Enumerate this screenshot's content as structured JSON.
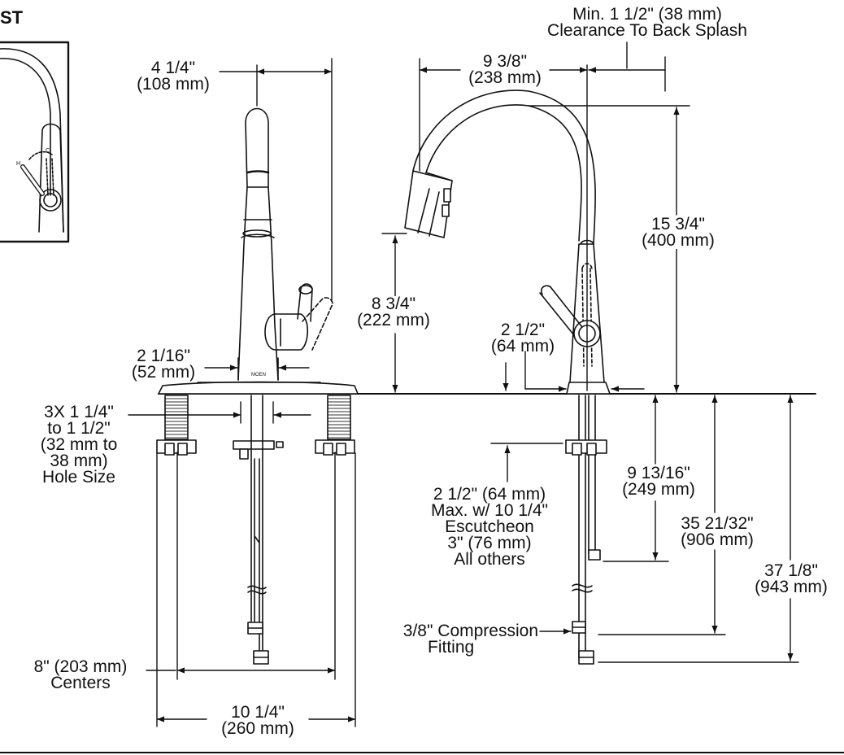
{
  "corner_text": "ST",
  "inset": {
    "hot_label": "H",
    "cold_label": "C"
  },
  "brand_mark": "MOEN",
  "dims": {
    "spout_reach_side": {
      "l1": "4 1/4\"",
      "l2": "(108 mm)"
    },
    "base_width": {
      "l1": "2 1/16\"",
      "l2": "(52 mm)"
    },
    "hole_size": {
      "l1": "3X 1 1/4\"",
      "l2": "to 1 1/2\"",
      "l3": "(32 mm to",
      "l4": "38 mm)",
      "l5": "Hole Size"
    },
    "centers": {
      "l1": "8\" (203 mm)",
      "l2": "Centers"
    },
    "overall_width": {
      "l1": "10 1/4\"",
      "l2": "(260 mm)"
    },
    "spout_height": {
      "l1": "8 3/4\"",
      "l2": "(222 mm)"
    },
    "backsplash": {
      "l1": "Min. 1 1/2\" (38 mm)",
      "l2": "Clearance To Back Splash"
    },
    "spout_reach": {
      "l1": "9 3/8\"",
      "l2": "(238 mm)"
    },
    "overall_height": {
      "l1": "15 3/4\"",
      "l2": "(400 mm)"
    },
    "base_diameter": {
      "l1": "2 1/2\"",
      "l2": "(64 mm)"
    },
    "deck_thickness": {
      "l1": "2 1/2\" (64 mm)",
      "l2": "Max. w/ 10 1/4\"",
      "l3": "Escutcheon",
      "l4": "3\" (76 mm)",
      "l5": "All others"
    },
    "shank_length": {
      "l1": "9 13/16\"",
      "l2": "(249 mm)"
    },
    "supply_length_1": {
      "l1": "35 21/32\"",
      "l2": "(906 mm)"
    },
    "supply_length_2": {
      "l1": "37 1/8\"",
      "l2": "(943 mm)"
    },
    "fitting": {
      "l1": "3/8\" Compression",
      "l2": "Fitting"
    }
  }
}
